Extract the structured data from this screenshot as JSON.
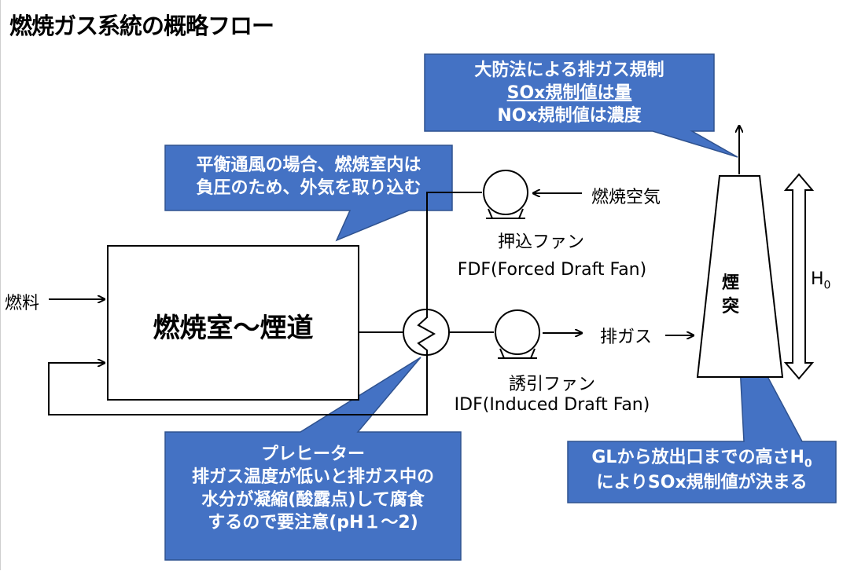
{
  "title": "燃焼ガス系統の概略フロー",
  "labels": {
    "fuel": "燃料",
    "combustion_chamber": "燃焼室～煙道",
    "combustion_air": "燃焼空気",
    "fdf_jp": "押込ファン",
    "fdf_en": "FDF(Forced Draft Fan)",
    "idf_jp": "誘引ファン",
    "idf_en": "IDF(Induced Draft Fan)",
    "exhaust_gas": "排ガス",
    "stack_line1": "煙",
    "stack_line2": "突",
    "height": "H",
    "height_sub": "0"
  },
  "callouts": {
    "regulation": {
      "lines": [
        "大防法による排ガス規制",
        "SOx規制値は量",
        "NOx規制値は濃度"
      ],
      "underline_lines": [
        1
      ]
    },
    "draft": {
      "lines": [
        "平衡通風の場合、燃焼室内は",
        "負圧のため、外気を取り込む"
      ]
    },
    "preheater": {
      "lines": [
        "プレヒーター",
        "排ガス温度が低いと排ガス中の",
        "水分が凝縮(酸露点)して腐食",
        "するので要注意(pH１～2)"
      ]
    },
    "stack_height": {
      "line1_main": "GLから放出口までの高さH",
      "line1_sub": "0",
      "line2": "によりSOx規制値が決まる"
    }
  },
  "colors": {
    "callout_fill": "#4472C4",
    "callout_border": "#2F528F",
    "line": "#000000"
  }
}
